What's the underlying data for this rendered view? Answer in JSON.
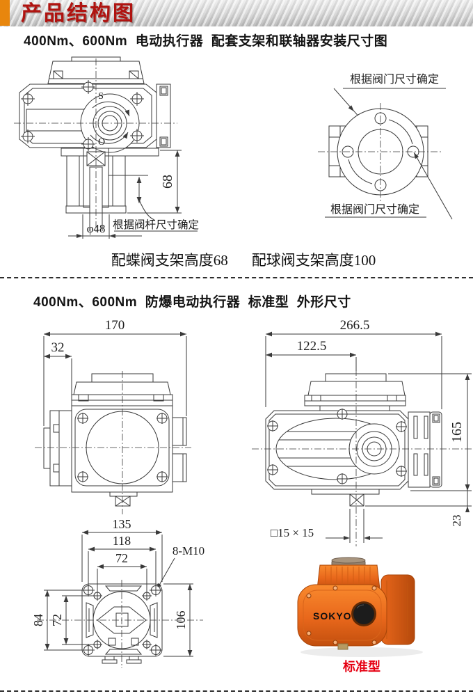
{
  "colors": {
    "banner_accent": "#E8860D",
    "banner_title": "#B01310",
    "caption_red": "#E60012",
    "product_orange": "#E8671B",
    "drawing_line": "#3A3A3A"
  },
  "banner": {
    "title": "产品结构图"
  },
  "section1": {
    "title": "400Nm、600Nm  电动执行器  配套支架和联轴器安装尺寸图",
    "caption_left": "配蝶阀支架高度68",
    "caption_right": "配球阀支架高度100",
    "drawing_left": {
      "label_s": "S",
      "label_o": "O",
      "dim_height": "68",
      "note_stem": "根据阀杆尺寸确定",
      "dim_diameter": "φ48"
    },
    "drawing_right": {
      "note_top": "根据阀门尺寸确定",
      "note_bottom": "根据阀门尺寸确定"
    }
  },
  "section2": {
    "title": "400Nm、600Nm  防爆电动执行器  标准型  外形尺寸",
    "side_view": {
      "dim_width": "170",
      "dim_offset": "32"
    },
    "front_view": {
      "dim_width": "266.5",
      "dim_center": "122.5",
      "dim_height": "165",
      "dim_shaft": "23",
      "dim_square": "□15 × 15"
    },
    "bottom_view": {
      "dim_w1": "135",
      "dim_w2": "118",
      "dim_w3": "72",
      "dim_holes": "8-M10",
      "dim_h1": "84",
      "dim_h2": "72",
      "dim_h3": "106"
    },
    "product": {
      "brand": "SOKYO",
      "caption": "标准型"
    }
  }
}
